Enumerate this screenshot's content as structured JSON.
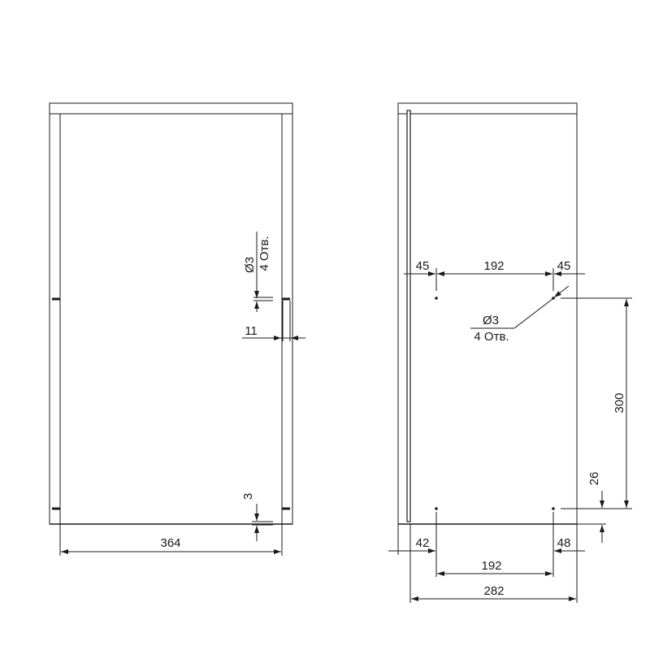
{
  "front_view": {
    "hole_label_diameter": "Ø3",
    "hole_label_count": "4 Отв.",
    "dim_offset": "11",
    "dim_bottom": "3",
    "dim_width": "364"
  },
  "side_view": {
    "dim_left_45": "45",
    "dim_top_192": "192",
    "dim_right_45": "45",
    "hole_label_diameter": "Ø3",
    "hole_label_count": "4 Отв.",
    "dim_height_300": "300",
    "dim_bottom_26": "26",
    "dim_left_42": "42",
    "dim_right_48": "48",
    "dim_bottom_192": "192",
    "dim_depth_282": "282"
  },
  "colors": {
    "line": "#1a1a1a",
    "hatch": "#8a8a8a"
  }
}
